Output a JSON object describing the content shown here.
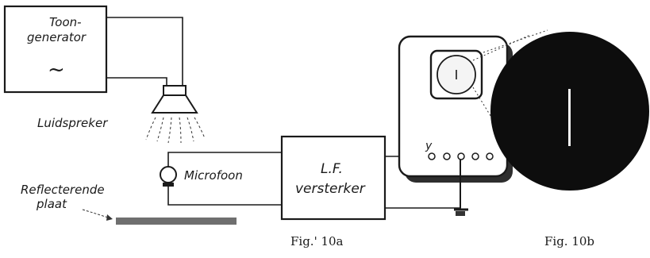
{
  "labels": {
    "generator_line1": "Toon-",
    "generator_line2": "generator",
    "generator_symbol": "~",
    "speaker": "Luidspreker",
    "microphone": "Microfoon",
    "amplifier_line1": "L.F.",
    "amplifier_line2": "versterker",
    "plate_line1": "Reflecterende",
    "plate_line2": "plaat",
    "y_terminal": "y"
  },
  "captions": {
    "fig_a": "Fig.' 10a",
    "fig_b": "Fig. 10b"
  }
}
